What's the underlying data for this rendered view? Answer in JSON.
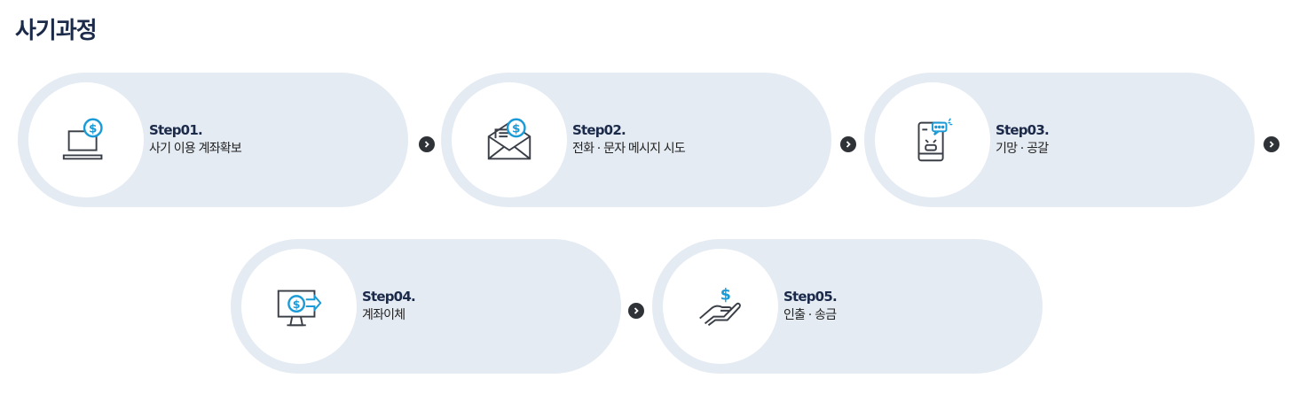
{
  "page": {
    "title": "사기과정"
  },
  "steps": [
    {
      "num": "Step01.",
      "label": "사기 이용 계좌확보",
      "icon": "laptop-dollar-icon"
    },
    {
      "num": "Step02.",
      "label": "전화 · 문자 메시지 시도",
      "icon": "envelope-dollar-icon"
    },
    {
      "num": "Step03.",
      "label": "기망 · 공갈",
      "icon": "phone-chat-icon"
    },
    {
      "num": "Step04.",
      "label": "계좌이체",
      "icon": "monitor-transfer-icon"
    },
    {
      "num": "Step05.",
      "label": "인출 · 송금",
      "icon": "hand-dollar-icon"
    }
  ],
  "colors": {
    "pill": "#e4ebf3",
    "accent": "#1a9bd7",
    "icon_stroke": "#3a3f47",
    "arrow": "#2f3236"
  }
}
